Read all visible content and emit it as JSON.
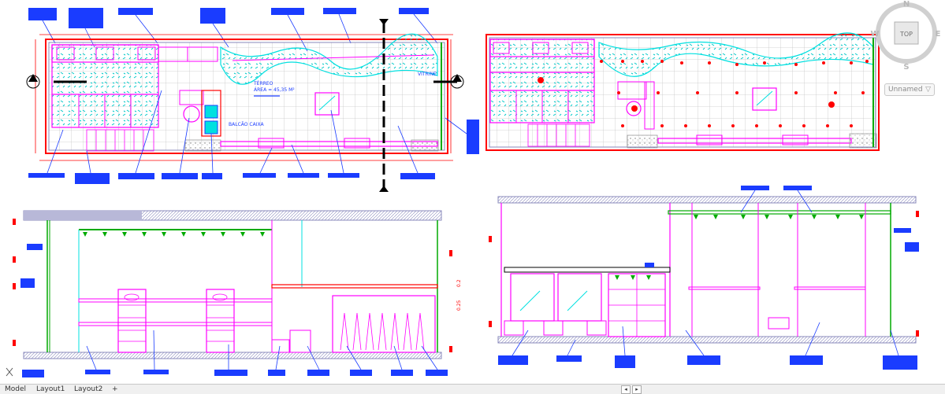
{
  "app": {
    "tabs": [
      "Model",
      "Layout1",
      "Layout2"
    ],
    "tab_add": "+"
  },
  "viewcube": {
    "north": "N",
    "south": "S",
    "east": "E",
    "west": "W",
    "face": "TOP",
    "view_menu": "Unnamed"
  },
  "plan": {
    "room_label": "TÉRREO",
    "area_label": "ÁREA = 45,35 M²",
    "counter_label": "BALCÃO CAIXA",
    "vitrine_label": "VITRINE"
  },
  "section_left": {
    "dims": [
      "0.2",
      "0.25"
    ]
  },
  "colors": {
    "wall": "#ff0000",
    "furniture": "#ff00ff",
    "accent": "#00e0e0",
    "green": "#00aa00",
    "blue_tag": "#1a3cff",
    "grid": "#c8c8c8",
    "hatch": "#8888bb"
  },
  "icons": [
    "close-icon",
    "compass-arrow-icon",
    "section-arrow-icon",
    "spotlight-icon"
  ]
}
